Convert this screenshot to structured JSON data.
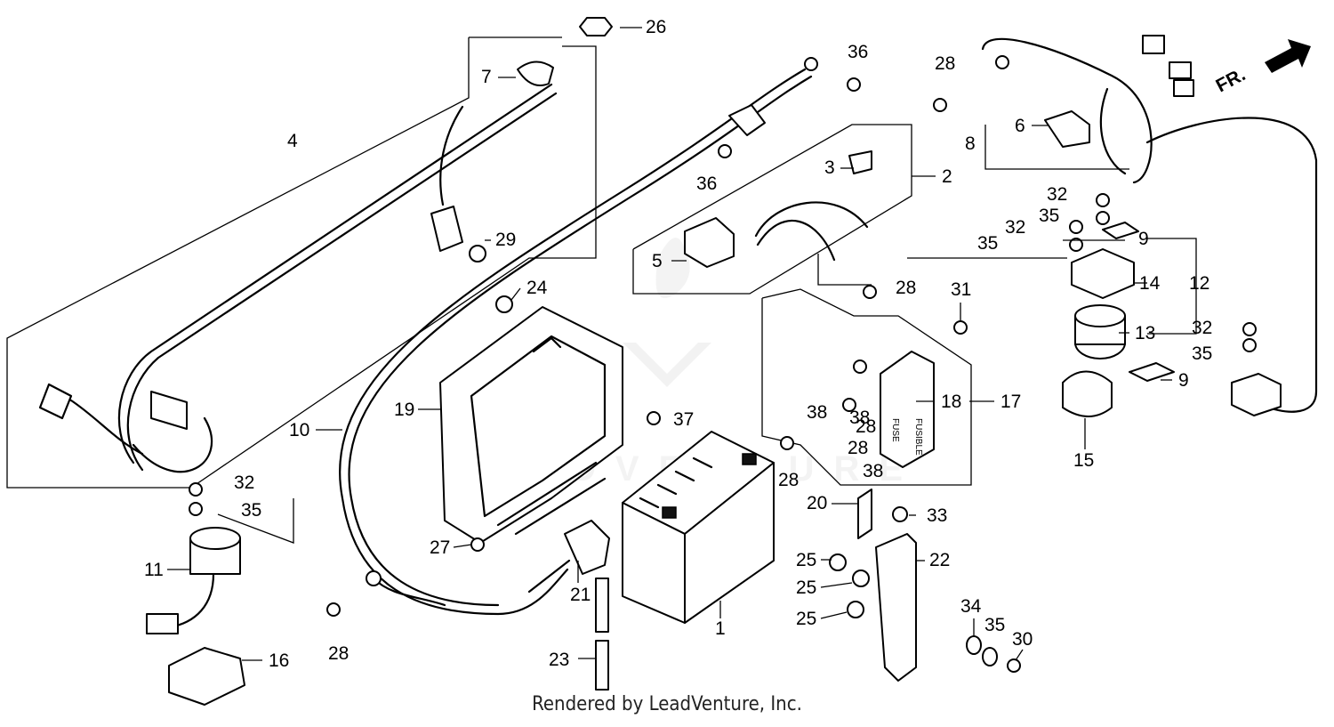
{
  "footer": "Rendered by LeadVenture, Inc.",
  "front_marker": "FR.",
  "watermark": "LEADVENTURE",
  "callouts": [
    "1",
    "2",
    "3",
    "4",
    "5",
    "6",
    "7",
    "8",
    "9",
    "9",
    "10",
    "11",
    "12",
    "13",
    "14",
    "15",
    "16",
    "17",
    "18",
    "19",
    "20",
    "21",
    "22",
    "23",
    "24",
    "25",
    "25",
    "25",
    "26",
    "27",
    "28",
    "28",
    "28",
    "28",
    "28",
    "28",
    "29",
    "30",
    "31",
    "32",
    "32",
    "32",
    "32",
    "33",
    "34",
    "35",
    "35",
    "35",
    "35",
    "35",
    "36",
    "36",
    "37",
    "38",
    "38",
    "38"
  ],
  "fuse_labels": [
    "FUSE",
    "FUSIBLE"
  ]
}
